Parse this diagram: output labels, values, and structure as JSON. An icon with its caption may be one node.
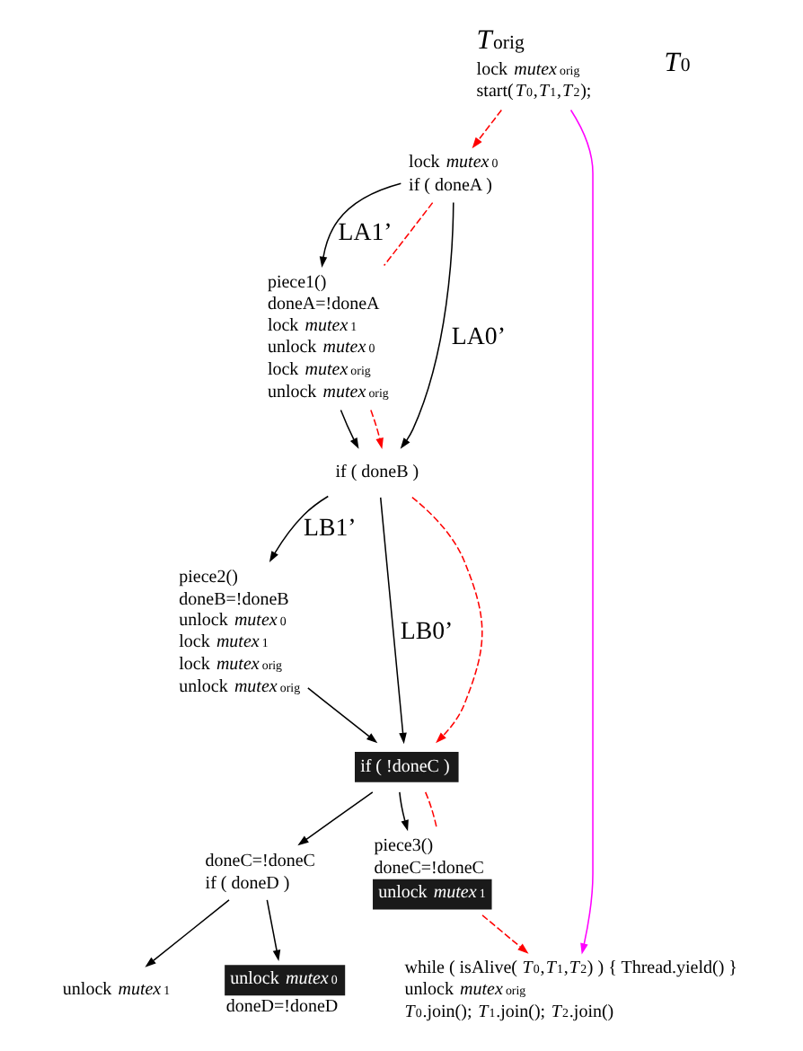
{
  "diagram": {
    "nodes": [
      {
        "text": [
          "*T*$_{orig}$",
          "lock *mutex*$_{orig}$",
          "start(*T*$_{0}$,*T*$_{1}$,*T*$_{2}$);"
        ]
      },
      {
        "text": [
          "lock *mutex*$_{0}$",
          "if ( doneA )"
        ]
      },
      {
        "text": [
          "piece1()",
          "doneA=!doneA",
          "lock *mutex*$_{1}$",
          "unlock *mutex*$_{0}$",
          "lock *mutex*$_{orig}$",
          "unlock *mutex*$_{orig}$"
        ]
      },
      {
        "text": [
          "if ( doneB )"
        ]
      },
      {
        "text": [
          "piece2()",
          "doneB=!doneB",
          "unlock *mutex*$_{0}$",
          "lock *mutex*$_{1}$",
          "lock *mutex*$_{orig}$",
          "unlock *mutex*$_{orig}$"
        ]
      },
      {
        "text": [
          "if ( !doneC )"
        ]
      },
      {
        "text": [
          "doneC=!doneC",
          "if ( doneD )"
        ]
      },
      {
        "text": [
          "piece3()",
          "doneC=!doneC",
          "unlock *mutex*$_{1}$"
        ]
      },
      {
        "text": [
          "unlock *mutex*$_{1}$"
        ]
      },
      {
        "text": [
          "unlock *mutex*$_{0}$",
          "doneD=!doneD"
        ]
      },
      {
        "text": [
          "while ( isAlive(*T*$_{0}$,*T*$_{1}$,*T*$_{2}$) ) { Thread.yield() }",
          "unlock *mutex*$_{orig}$",
          "*T*$_{0}$.join(); *T*$_{1}$.join(); *T*$_{2}$.join()"
        ]
      }
    ],
    "edges": [
      {
        "from": 0,
        "to": 1,
        "arrow": "to",
        "style": "dashed",
        "color": "#ff0000"
      },
      {
        "from": 0,
        "to": 10,
        "arrow": "to",
        "color": "#ff00ff"
      },
      {
        "from": 1,
        "to": 3,
        "arrow": "to",
        "label": "LA0’"
      },
      {
        "from": 1,
        "to": 2,
        "arrow": "to",
        "label": "LA1’"
      },
      {
        "from": 2,
        "to": 3,
        "arrow": "to"
      },
      {
        "from": 1,
        "to": 2,
        "arrow": "none",
        "style": "dashed",
        "color": "#ff0000"
      },
      {
        "from": 2,
        "to": 3,
        "arrow": "to",
        "style": "dashed",
        "color": "#ff0000"
      },
      {
        "from": 3,
        "to": 5,
        "arrow": "to",
        "label": "LB0’"
      },
      {
        "from": 3,
        "to": 4,
        "arrow": "to",
        "label": "LB1’"
      },
      {
        "from": 4,
        "to": 5,
        "arrow": "to"
      },
      {
        "from": 3,
        "to": 5,
        "arrow": "to",
        "style": "dashed",
        "color": "#ff0000"
      },
      {
        "from": 5,
        "to": 6,
        "arrow": "to"
      },
      {
        "from": 5,
        "to": 7,
        "arrow": "to"
      },
      {
        "from": 5,
        "to": 7,
        "arrow": "none",
        "style": "dashed",
        "color": "#ff0000"
      },
      {
        "from": 6,
        "to": 8,
        "arrow": "to"
      },
      {
        "from": 6,
        "to": 9,
        "arrow": "to"
      },
      {
        "from": 7,
        "to": 10,
        "arrow": "to",
        "style": "dashed",
        "color": "#ff0000"
      }
    ],
    "labels": [
      "*T*$_{0}$"
    ]
  }
}
